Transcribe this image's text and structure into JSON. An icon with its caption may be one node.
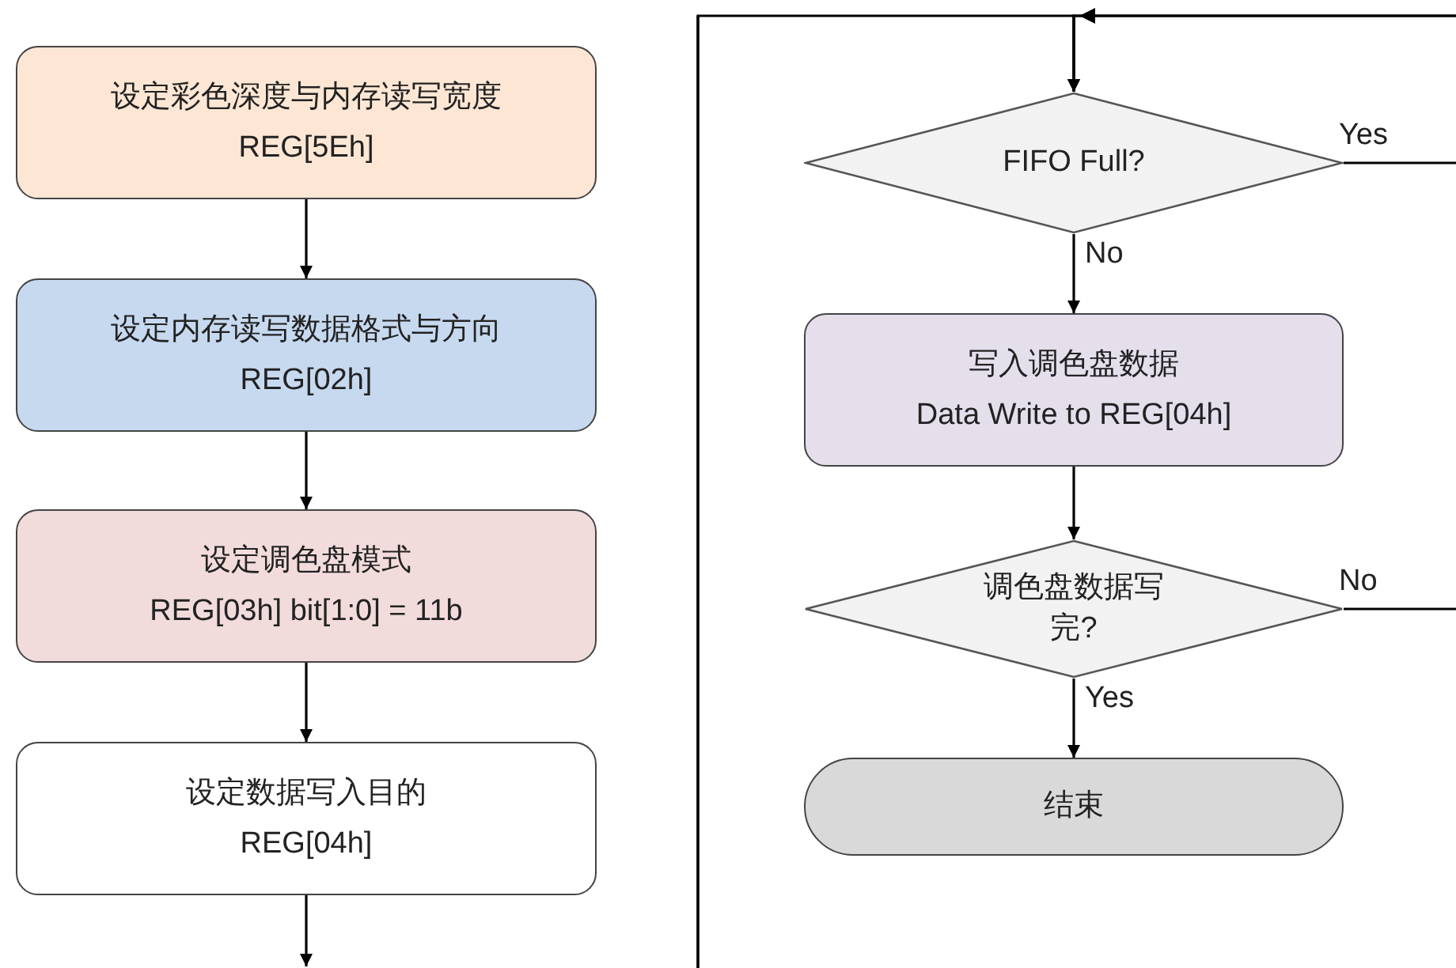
{
  "diagram": {
    "nodes": [
      {
        "text": [
          "设定彩色深度与内存读写宽度",
          "REG[5Eh]"
        ]
      },
      {
        "text": [
          "设定内存读写数据格式与方向",
          "REG[02h]"
        ]
      },
      {
        "text": [
          "设定调色盘模式",
          "REG[03h] bit[1:0] = 11b"
        ]
      },
      {
        "text": [
          "设定数据写入目的",
          "REG[04h]"
        ]
      },
      {
        "text": [
          "FIFO Full?"
        ]
      },
      {
        "text": [
          "写入调色盘数据",
          "Data Write to REG[04h]"
        ]
      },
      {
        "text": [
          "调色盘数据写完?"
        ]
      },
      {
        "text": [
          "结束"
        ]
      }
    ],
    "edges": [
      {
        "from": 0,
        "to": 1,
        "arrow": "to"
      },
      {
        "from": 1,
        "to": 2,
        "arrow": "to"
      },
      {
        "from": 2,
        "to": 3,
        "arrow": "to"
      },
      {
        "from": 3,
        "to": null,
        "arrow": "to"
      },
      {
        "from": null,
        "to": 4,
        "arrow": "to"
      },
      {
        "from": 4,
        "to": 5,
        "arrow": "to",
        "label": "No"
      },
      {
        "from": 5,
        "to": 6,
        "arrow": "to"
      },
      {
        "from": 6,
        "to": 7,
        "arrow": "to",
        "label": "Yes"
      },
      {
        "from": 4,
        "to": 4,
        "arrow": "to",
        "label": "Yes"
      },
      {
        "from": 6,
        "to": 4,
        "arrow": "to",
        "label": "No"
      }
    ]
  }
}
